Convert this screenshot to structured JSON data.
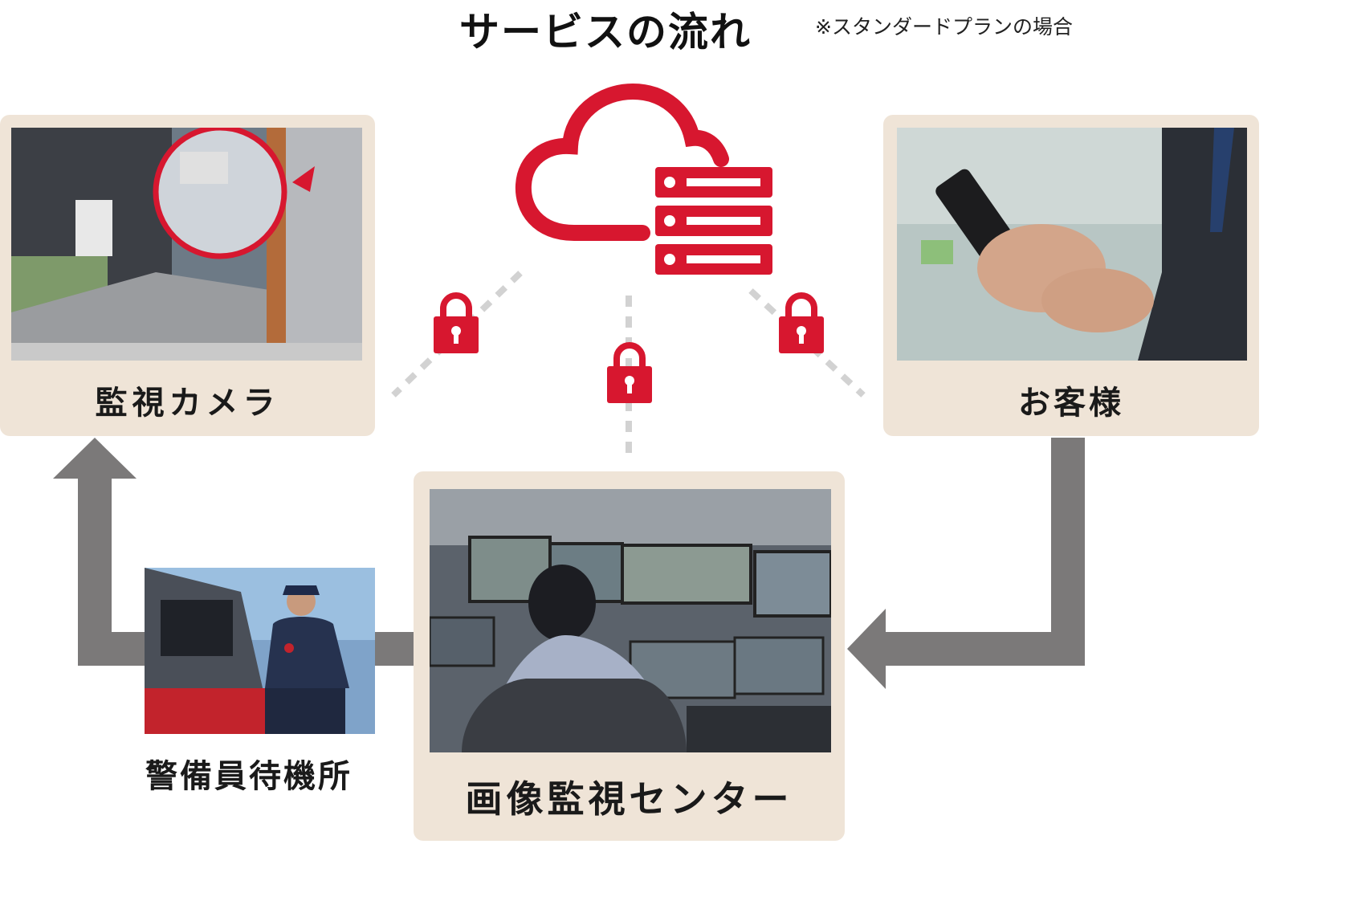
{
  "header": {
    "title": "サービスの流れ",
    "note": "※スタンダードプランの場合"
  },
  "nodes": {
    "camera": {
      "label": "監視カメラ"
    },
    "customer": {
      "label": "お客様"
    },
    "center": {
      "label": "画像監視センター"
    },
    "guard": {
      "label": "警備員待機所"
    }
  },
  "colors": {
    "brand_red": "#d7172f",
    "card_beige": "#efe4d7",
    "arrow_gray": "#7b7979",
    "dash_gray": "#d2d2d2"
  },
  "icons": [
    "cloud-server-icon",
    "lock-icon"
  ]
}
